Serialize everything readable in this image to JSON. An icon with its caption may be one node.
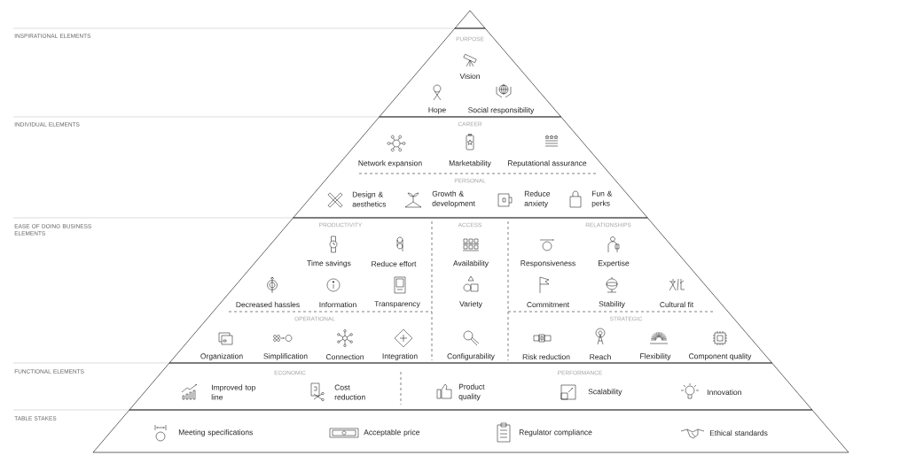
{
  "diagram": {
    "nodes": [
      {
        "text": [
          "PURPOSE",
          "Vision",
          "Hope",
          "Social responsibility"
        ]
      },
      {
        "text": [
          "CAREER",
          "Network expansion",
          "Marketability",
          "Reputational assurance",
          "PERSONAL",
          "Design & aesthetics",
          "Growth & development",
          "Reduce anxiety",
          "Fun & perks"
        ]
      },
      {
        "text": [
          "PRODUCTIVITY",
          "Time savings",
          "Reduce effort",
          "Decreased hassles",
          "Information",
          "Transparency",
          "OPERATIONAL",
          "Organization",
          "Simplification",
          "Connection",
          "Integration",
          "ACCESS",
          "Availability",
          "Variety",
          "Configurability",
          "RELATIONSHIPS",
          "Responsiveness",
          "Expertise",
          "Commitment",
          "Stability",
          "Cultural fit",
          "STRATEGIC",
          "Risk reduction",
          "Reach",
          "Flexibility",
          "Component quality"
        ]
      },
      {
        "text": [
          "ECONOMIC",
          "Improved top line",
          "Cost reduction",
          "PERFORMANCE",
          "Product quality",
          "Scalability",
          "Innovation"
        ]
      },
      {
        "text": [
          "Meeting specifications",
          "Acceptable price",
          "Regulator compliance",
          "Ethical standards"
        ]
      }
    ],
    "labels": [
      "INSPIRATIONAL ELEMENTS",
      "INDIVIDUAL ELEMENTS",
      "EASE OF DOING BUSINESS ELEMENTS",
      "FUNCTIONAL ELEMENTS",
      "TABLE STAKES"
    ]
  }
}
